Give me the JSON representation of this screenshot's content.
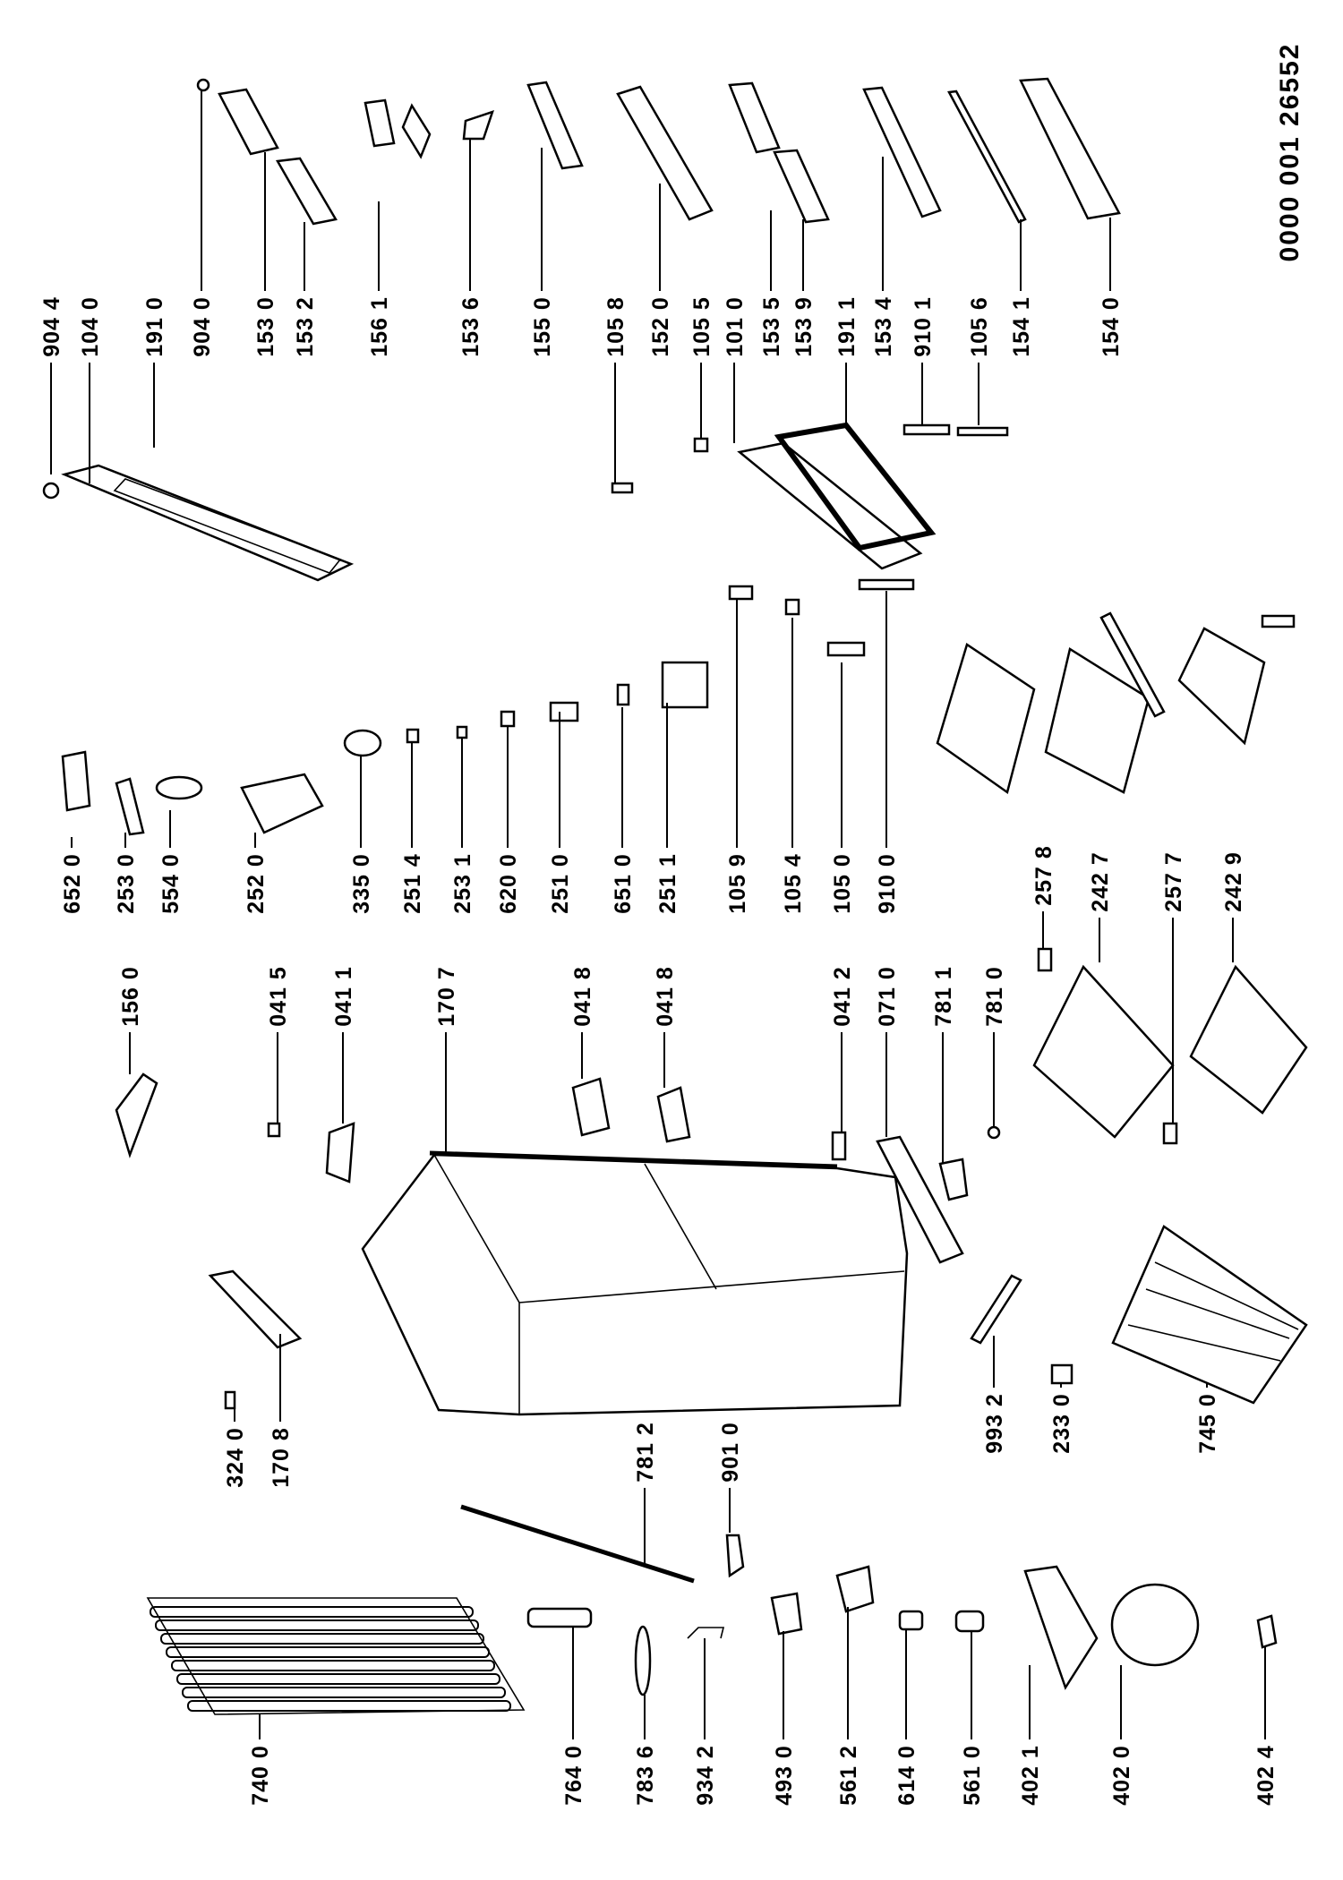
{
  "diagram": {
    "title": "Exploded parts diagram - refrigerator",
    "document_code": "0000 001 26552",
    "labels": [
      "904 4",
      "104 0",
      "191 0",
      "904 0",
      "153 0",
      "153 2",
      "156 1",
      "153 6",
      "155 0",
      "105 8",
      "152 0",
      "105 5",
      "101 0",
      "153 5",
      "153 9",
      "191 1",
      "153 4",
      "910 1",
      "105 6",
      "154 1",
      "154 0",
      "652 0",
      "253 0",
      "554 0",
      "252 0",
      "335 0",
      "251 4",
      "253 1",
      "620 0",
      "251 0",
      "651 0",
      "251 1",
      "105 9",
      "105 4",
      "105 0",
      "910 0",
      "257 8",
      "242 7",
      "257 7",
      "242 9",
      "156 0",
      "041 5",
      "041 1",
      "170 7",
      "041 8",
      "041 8",
      "041 2",
      "071 0",
      "781 1",
      "781 0",
      "324 0",
      "170 8",
      "781 2",
      "901 0",
      "993 2",
      "233 0",
      "745 0",
      "740 0",
      "764 0",
      "783 6",
      "934 2",
      "493 0",
      "561 2",
      "614 0",
      "561 0",
      "402 1",
      "402 0",
      "402 4"
    ]
  }
}
